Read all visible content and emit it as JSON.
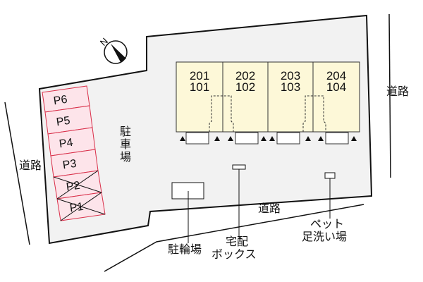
{
  "compass": {
    "label": "N",
    "icon": "north-arrow-icon"
  },
  "building": {
    "units": [
      {
        "upper": "201",
        "lower": "101"
      },
      {
        "upper": "202",
        "lower": "102"
      },
      {
        "upper": "203",
        "lower": "103"
      },
      {
        "upper": "204",
        "lower": "104"
      }
    ],
    "fill_color": "#fdf8d8"
  },
  "parking": {
    "label": "駐車場",
    "spaces": [
      {
        "id": "P6",
        "unavailable": false
      },
      {
        "id": "P5",
        "unavailable": false
      },
      {
        "id": "P4",
        "unavailable": false
      },
      {
        "id": "P3",
        "unavailable": false
      },
      {
        "id": "P2",
        "unavailable": true
      },
      {
        "id": "P1",
        "unavailable": true
      }
    ],
    "fill_color": "#fde4ea",
    "border_color": "#d9304a"
  },
  "roads": {
    "left": "道路",
    "right": "道路",
    "bottom": "道路"
  },
  "facilities": {
    "bicycle_parking": "駐輪場",
    "delivery_box_line1": "宅配",
    "delivery_box_line2": "ボックス",
    "pet_wash_line1": "ペット",
    "pet_wash_line2": "足洗い場"
  },
  "lot_fill_color": "#f2f2f2"
}
